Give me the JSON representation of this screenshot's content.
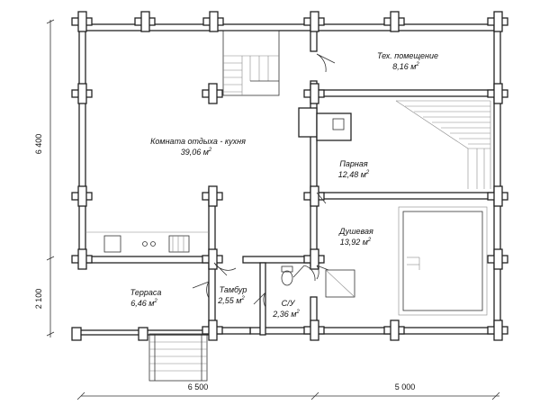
{
  "rooms": {
    "lounge_kitchen": {
      "name": "Комната отдыха - кухня",
      "area": "39,06 м",
      "unit_sup": "2"
    },
    "tech_room": {
      "name": "Тех. помещение",
      "area": "8,16 м",
      "unit_sup": "2"
    },
    "steam_room": {
      "name": "Парная",
      "area": "12,48 м",
      "unit_sup": "2"
    },
    "shower_room": {
      "name": "Душевая",
      "area": "13,92 м",
      "unit_sup": "2"
    },
    "terrace": {
      "name": "Терраса",
      "area": "6,46 м",
      "unit_sup": "2"
    },
    "vestibule": {
      "name": "Тамбур",
      "area": "2,55 м",
      "unit_sup": "2"
    },
    "wc": {
      "name": "С/У",
      "area": "2,36 м",
      "unit_sup": "2"
    }
  },
  "dimensions": {
    "width_left": "6 500",
    "width_right": "5 000",
    "height_upper": "6 400",
    "height_lower": "2 100"
  },
  "colors": {
    "line": "#222222",
    "background": "#ffffff"
  }
}
